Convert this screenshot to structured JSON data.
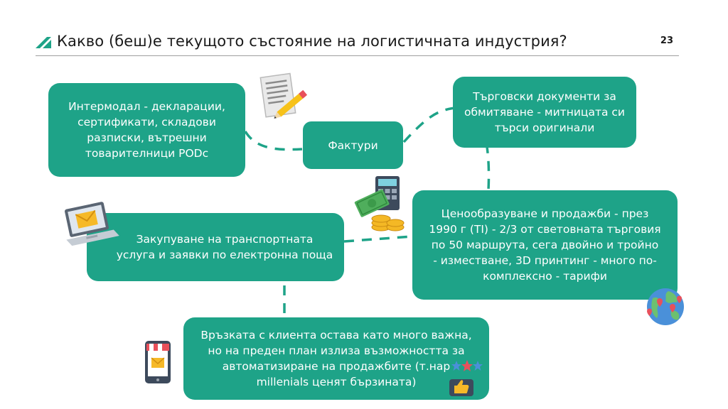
{
  "header": {
    "title": "Какво (беш)е текущото състояние на логистичната индустрия?",
    "page_number": "23"
  },
  "boxes": {
    "intermodal": "Интермодал - декларации, сертификати, складови разписки, вътрешни товарителници PODс",
    "invoices": "Фактури",
    "trade_docs": "Търговски документи за обмитяване - митницата си търси оригинали",
    "procurement": "Закупуване на транспортната услуга и заявки по електронна поща",
    "pricing": "Ценообразуване и продажби - през 1990 г (TI) - 2/3 от световната търговия по 50 маршрута, сега двойно и тройно - изместване, 3D принтинг - много по-комплексно - тарифи",
    "client": "Връзката с клиента остава като много важна, но на преден план излиза възможността за автоматизиране на продажбите (т.нар millenials ценят бързината)"
  },
  "colors": {
    "box": "#1ea388",
    "dash": "#1ea388",
    "accent": "#1ea388"
  },
  "icons": [
    "document-pencil-icon",
    "money-calculator-icon",
    "laptop-email-icon",
    "globe-pins-icon",
    "mobile-shop-icon",
    "rating-stars-icon",
    "thumbs-up-icon"
  ]
}
